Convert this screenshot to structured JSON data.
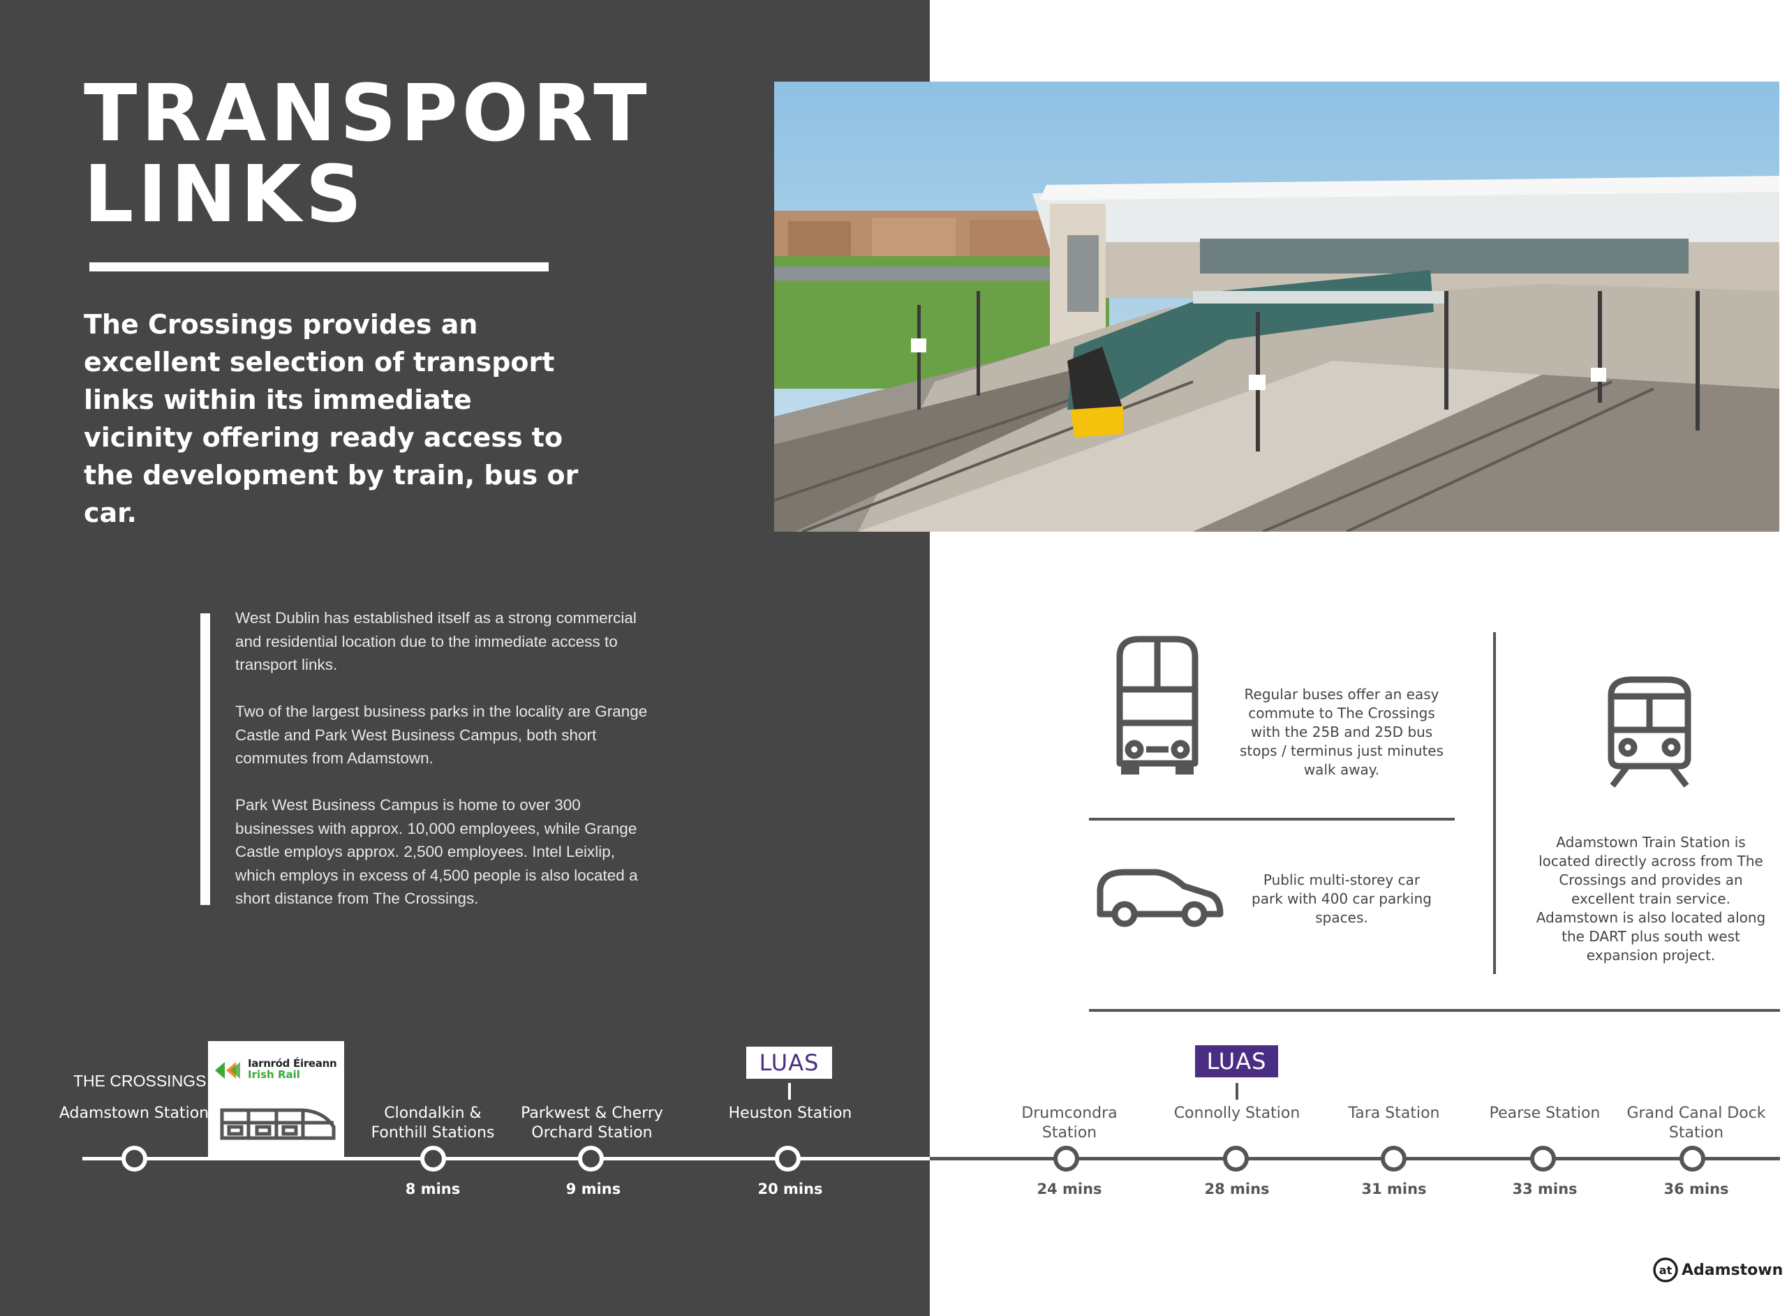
{
  "header": {
    "title_line1": "TRANSPORT",
    "title_line2": "LINKS",
    "intro": "The Crossings provides an excellent selection of transport links within its immediate vicinity offering ready access to the development by train, bus or car."
  },
  "body_text": {
    "paragraphs": [
      "West Dublin has established itself as a strong commercial and residential location due to the immediate access to transport links.",
      "Two of the largest business parks in the locality are Grange Castle and Park West Business Campus, both short commutes from Adamstown.",
      "Park West Business Campus is home to over 300 businesses with approx. 10,000 employees, while Grange Castle employs approx. 2,500 employees. Intel Leixlip, which employs in excess of 4,500 people is also located a short distance from The Crossings."
    ]
  },
  "transport_info": {
    "bus": "Regular buses offer an easy commute to The Crossings with the 25B and 25D bus stops / terminus just minutes walk away.",
    "car": "Public multi-storey car park with 400 car parking spaces.",
    "train": "Adamstown Train Station is located directly across from The Crossings and provides an excellent train service. Adamstown is also located along the DART plus south west expansion project."
  },
  "timeline": {
    "origin_label": "THE CROSSINGS",
    "operator_name": "Iarnród Éireann",
    "operator_sub": "Irish Rail",
    "luas_label": "LUAS",
    "stations": [
      {
        "name": "Adamstown Station",
        "time": ""
      },
      {
        "name": "Clondalkin & Fonthill Stations",
        "time": "8 mins"
      },
      {
        "name": "Parkwest & Cherry Orchard Station",
        "time": "9 mins"
      },
      {
        "name": "Heuston Station",
        "time": "20 mins"
      },
      {
        "name": "Drumcondra Station",
        "time": "24 mins"
      },
      {
        "name": "Connolly Station",
        "time": "28 mins"
      },
      {
        "name": "Tara Station",
        "time": "31 mins"
      },
      {
        "name": "Pearse Station",
        "time": "33 mins"
      },
      {
        "name": "Grand Canal Dock Station",
        "time": "36 mins"
      }
    ]
  },
  "brand": {
    "mark": "at",
    "name": "Adamstown"
  },
  "icons": [
    "bus-icon",
    "car-icon",
    "train-icon",
    "irish-rail-logo-icon",
    "train-diagram-icon",
    "station-photo"
  ],
  "colors": {
    "panel": "#464646",
    "icon": "#555555",
    "luas": "#4b2e83",
    "irish_rail_green": "#3aa935",
    "irish_rail_orange": "#f28c28"
  }
}
